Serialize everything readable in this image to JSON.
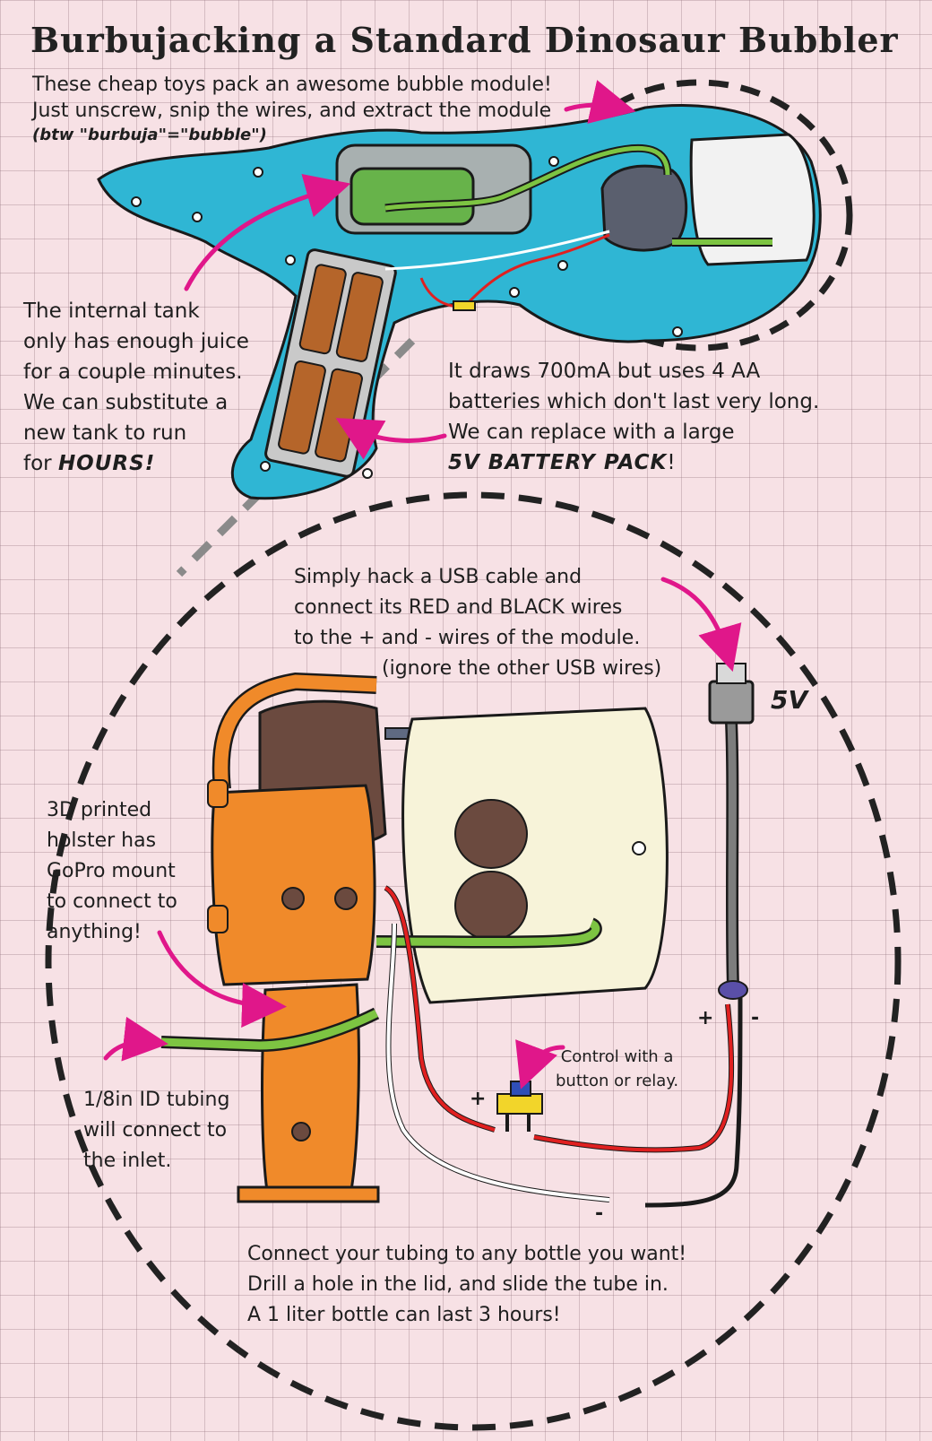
{
  "title": "Burbujacking a Standard Dinosaur Bubbler",
  "intro": {
    "line1": "These cheap toys pack an awesome bubble module!",
    "line2": "Just unscrew, snip the wires, and extract the module",
    "note": "(btw \"burbuja\"=\"bubble\")"
  },
  "tank_note": {
    "line1": "The internal tank",
    "line2": "only has enough juice",
    "line3": "for a couple minutes.",
    "line4": "We can substitute a",
    "line5": "new tank to run",
    "line6_pre": "for ",
    "line6_em": "HOURS!"
  },
  "battery_note": {
    "line1": "It draws 700mA but uses 4 AA",
    "line2": "batteries which don't last very long.",
    "line3": "We can replace with a large",
    "line4_em": "5V BATTERY PACK",
    "line4_post": "!"
  },
  "usb_note": {
    "line1": "Simply hack a USB cable and",
    "line2": "connect its RED and BLACK wires",
    "line3": "to the + and - wires of the module.",
    "line4": "(ignore the other USB wires)"
  },
  "voltage_label": "5V",
  "holster_note": {
    "line1": "3D printed",
    "line2": "holster has",
    "line3": "GoPro mount",
    "line4": "to connect to",
    "line5": "anything!"
  },
  "control_note": {
    "line1": "Control with a",
    "line2": "button or relay."
  },
  "tubing_note": {
    "line1": "1/8in ID tubing",
    "line2": "will connect to",
    "line3": "the inlet."
  },
  "bottle_note": {
    "line1": "Connect your tubing to any bottle you want!",
    "line2": "Drill a hole in the lid, and slide the tube in.",
    "line3": "A 1 liter bottle can last 3 hours!"
  },
  "polarity": {
    "plus": "+",
    "minus": "-"
  },
  "colors": {
    "background": "#f7e1e5",
    "toy_body": "#2fb6d4",
    "holster": "#f08a2a",
    "motor_dark": "#6b4a3f",
    "module_cream": "#f7f3d9",
    "tubing_green": "#6fbd3b",
    "arrow_magenta": "#e0178a",
    "wire_red": "#e02020",
    "battery_brown": "#b5652a"
  }
}
